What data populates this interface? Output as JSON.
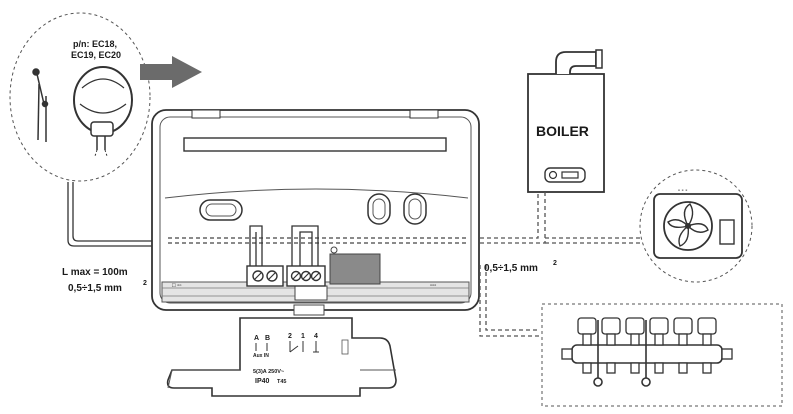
{
  "sensor": {
    "part_label_line1": "p/n: EC18,",
    "part_label_line2": "EC19, EC20"
  },
  "cable": {
    "length_label": "L max = 100m",
    "section_label": "0,5÷1,5 mm"
  },
  "boiler": {
    "label": "BOILER"
  },
  "outputs": {
    "section_label": "0,5÷1,5 mm"
  },
  "superscript": "2",
  "terminal_block": {
    "label_a": "A",
    "label_b": "B",
    "aux_label": "Aux IN",
    "relay_labels": [
      "2",
      "1",
      "4"
    ],
    "rating_label": "5(3)A  250V~",
    "ip_label": "IP40",
    "temp_label": "T45"
  },
  "colors": {
    "line": "#3a3a3a",
    "dashed": "#555555",
    "arrow": "#6b6b6b",
    "shading": "#d9d9d9",
    "block": "#8a8a8a"
  }
}
